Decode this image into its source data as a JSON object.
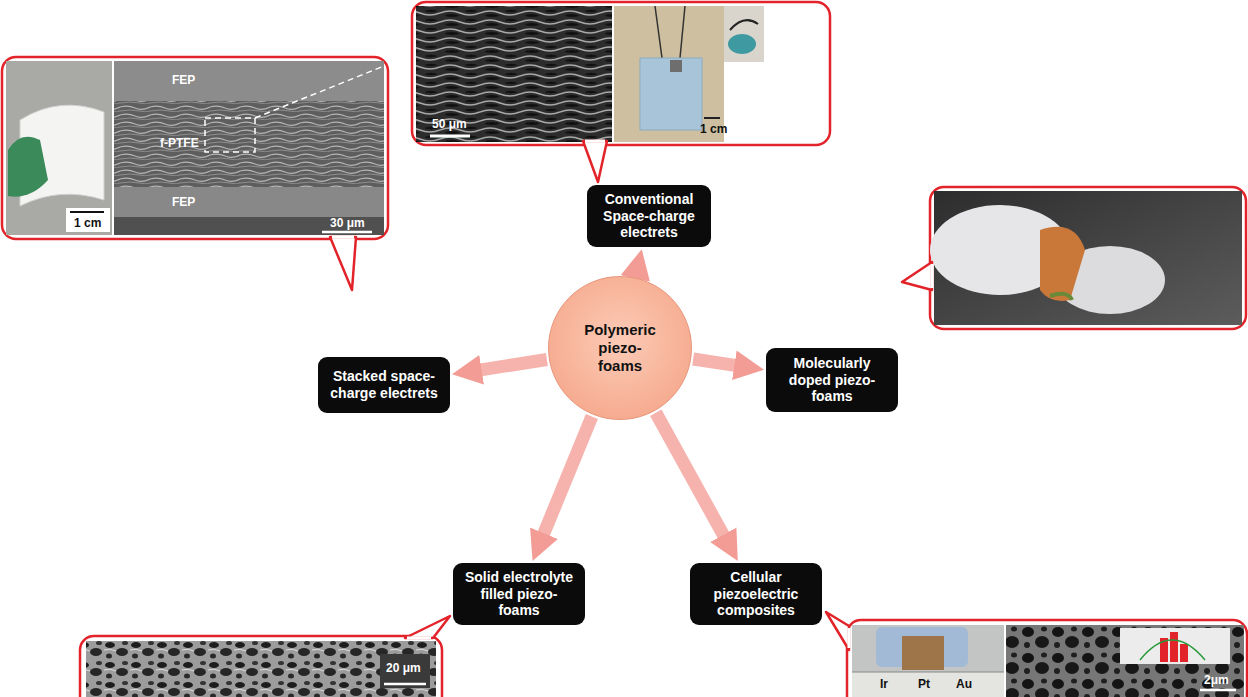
{
  "diagram": {
    "nodes": [
      {
        "text": [
          "Conventional Space-charge electrets"
        ]
      },
      {
        "text": [
          "Stacked space-charge electrets"
        ]
      },
      {
        "text": [
          "Polymeric piezo-foams"
        ]
      },
      {
        "text": [
          "Molecularly doped piezo-foams"
        ]
      },
      {
        "text": [
          "Solid electrolyte filled piezo-foams"
        ]
      },
      {
        "text": [
          "Cellular piezoelectric composites"
        ]
      }
    ],
    "edges": [
      {
        "from": 2,
        "to": 0,
        "arrow": "to"
      },
      {
        "from": 2,
        "to": 1,
        "arrow": "to"
      },
      {
        "from": 2,
        "to": 3,
        "arrow": "to"
      },
      {
        "from": 2,
        "to": 4,
        "arrow": "to"
      },
      {
        "from": 2,
        "to": 5,
        "arrow": "to"
      }
    ],
    "labels": [
      "50 μm",
      "1 cm",
      "FEP",
      "f-PTFE",
      "FEP",
      "1 cm",
      "30 μm",
      "20 μm",
      "Ir",
      "Pt",
      "Au",
      "2μm"
    ]
  }
}
